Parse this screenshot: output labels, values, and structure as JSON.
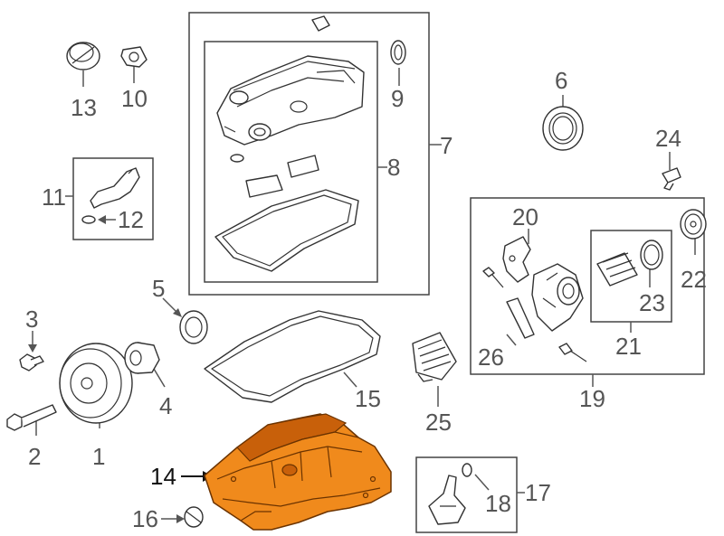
{
  "diagram": {
    "highlight_color": "#f08a1c",
    "highlighted_part": "14",
    "callouts": {
      "c1": "1",
      "c2": "2",
      "c3": "3",
      "c4": "4",
      "c5": "5",
      "c6": "6",
      "c7": "7",
      "c8": "8",
      "c9": "9",
      "c10": "10",
      "c11": "11",
      "c12": "12",
      "c13": "13",
      "c14": "14",
      "c15": "15",
      "c16": "16",
      "c17": "17",
      "c18": "18",
      "c19": "19",
      "c20": "20",
      "c21": "21",
      "c22": "22",
      "c23": "23",
      "c24": "24",
      "c25": "25",
      "c26": "26"
    }
  }
}
